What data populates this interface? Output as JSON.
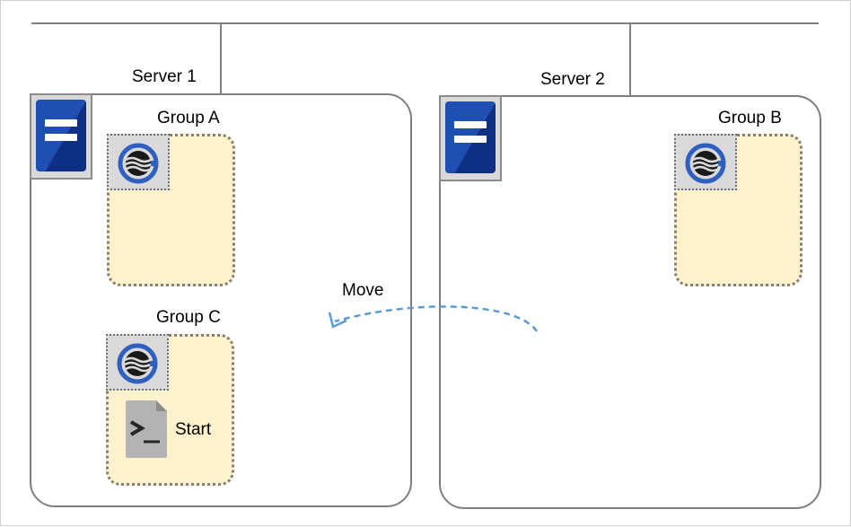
{
  "servers": [
    {
      "label": "Server 1",
      "icon": "server-icon",
      "color": "#1f4fb0"
    },
    {
      "label": "Server 2",
      "icon": "server-icon",
      "color": "#1f4fb0"
    }
  ],
  "groups": [
    {
      "label": "Group A",
      "resource_icon": "cluster-g-icon"
    },
    {
      "label": "Group B",
      "resource_icon": "cluster-g-icon"
    },
    {
      "label": "Group C",
      "resource_icon": "cluster-g-icon",
      "script_icon": "script-terminal-icon",
      "script_label": "Start"
    }
  ],
  "move_label": "Move",
  "colors": {
    "group_fill": "#fff2cc",
    "arrow": "#5b9bd5",
    "server_border": "#7f7f7f",
    "network_line": "#808080"
  }
}
